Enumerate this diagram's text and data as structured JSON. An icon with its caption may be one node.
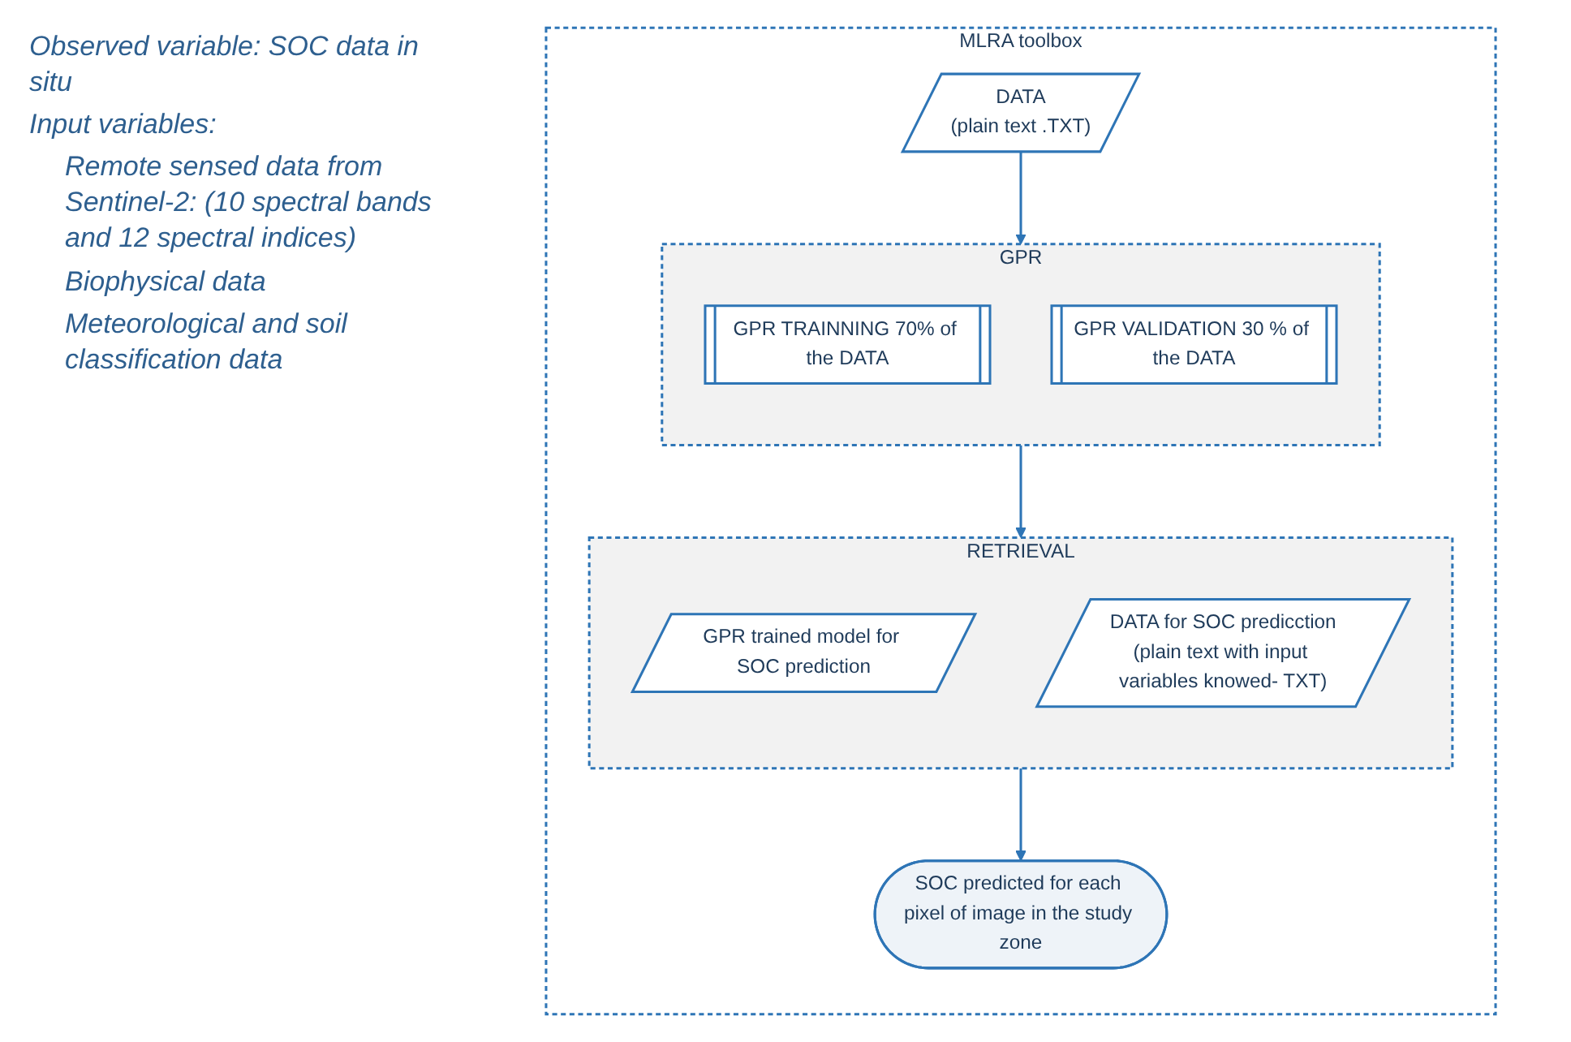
{
  "diagram": {
    "nodes": [
      {
        "text": [
          "MLRA toolbox"
        ]
      },
      {
        "text": [
          "DATA",
          "(plain text .TXT)"
        ],
        "in": 0
      },
      {
        "text": [
          "GPR"
        ],
        "in": 0
      },
      {
        "text": [
          "GPR TRAINNING 70% of the DATA"
        ],
        "in": 2
      },
      {
        "text": [
          "GPR VALIDATION 30 % of the DATA"
        ],
        "in": 2
      },
      {
        "text": [
          "RETRIEVAL"
        ],
        "in": 0
      },
      {
        "text": [
          "GPR trained model for SOC prediction"
        ],
        "in": 5
      },
      {
        "text": [
          "DATA for SOC predicction",
          "(plain text with input variables knowed- TXT)"
        ],
        "in": 5
      },
      {
        "text": [
          "SOC predicted for each pixel of image in the study zone"
        ],
        "in": 0
      }
    ],
    "edges": [
      {
        "from": 1,
        "to": 2,
        "arrow": "to"
      },
      {
        "from": 2,
        "to": 5,
        "arrow": "to"
      },
      {
        "from": 5,
        "to": 8,
        "arrow": "to"
      }
    ],
    "labels": [
      "Observed variable: SOC data in situ",
      "Input variables:",
      "Remote sensed data from Sentinel-2: (10 spectral bands and 12 spectral indices)",
      "Biophysical data",
      "Meteorological and soil classification data"
    ]
  }
}
